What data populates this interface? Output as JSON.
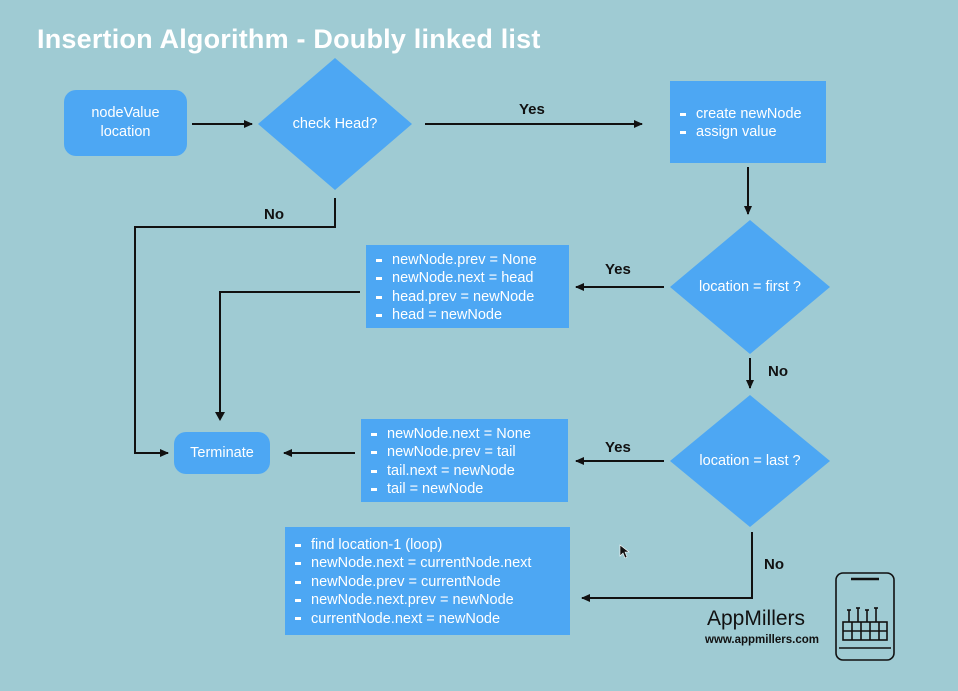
{
  "title": "Insertion Algorithm - Doubly linked list",
  "nodes": {
    "start": {
      "lines": [
        "nodeValue",
        "location"
      ]
    },
    "check_head": {
      "label": "check Head?"
    },
    "create_node": {
      "items": [
        "create newNode",
        "assign value"
      ]
    },
    "location_first": {
      "label": "location = first ?"
    },
    "insert_first": {
      "items": [
        "newNode.prev = None",
        "newNode.next = head",
        "head.prev = newNode",
        "head = newNode"
      ]
    },
    "location_last": {
      "label": "location = last ?"
    },
    "insert_last": {
      "items": [
        "newNode.next = None",
        "newNode.prev = tail",
        "tail.next = newNode",
        "tail = newNode"
      ]
    },
    "insert_middle": {
      "items": [
        "find location-1 (loop)",
        "newNode.next = currentNode.next",
        "newNode.prev = currentNode",
        "newNode.next.prev = newNode",
        "currentNode.next = newNode"
      ]
    },
    "terminate": {
      "label": "Terminate"
    }
  },
  "edges": {
    "check_head_yes": "Yes",
    "check_head_no": "No",
    "first_yes": "Yes",
    "first_no": "No",
    "last_yes": "Yes",
    "last_no": "No"
  },
  "brand": {
    "name": "AppMillers",
    "url": "www.appmillers.com",
    "icon": "factory-phone-icon"
  },
  "colors": {
    "background": "#9fcbd3",
    "node": "#4da7f3",
    "text": "#ffffff",
    "line": "#111111"
  }
}
